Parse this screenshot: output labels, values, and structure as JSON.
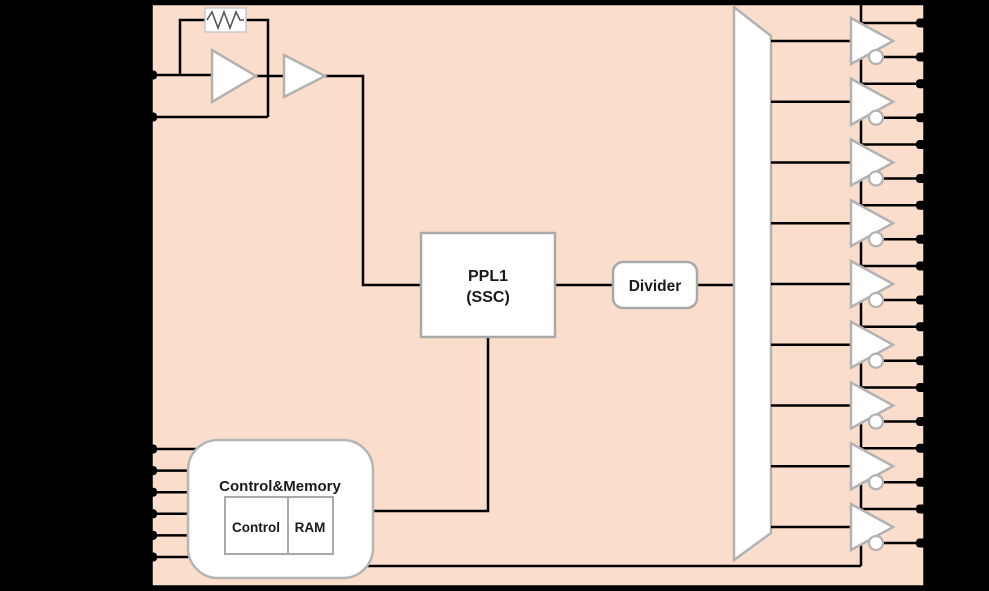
{
  "figure": {
    "type": "clock-generator-block-diagram",
    "background_color": "#000000",
    "chip_fill": "#fadecb",
    "block_fill": "#ffffff",
    "block_stroke": "#a9a9a9",
    "shape_stroke": "#b2b2b2",
    "wire_color": "#000000"
  },
  "blocks": {
    "pll": {
      "label_line1": "PPL1",
      "label_line2": "(SSC)"
    },
    "divider": {
      "label": "Divider"
    },
    "control_memory": {
      "title": "Control&Memory",
      "control_label": "Control",
      "ram_label": "RAM"
    }
  },
  "oscillator": {
    "amplifier_count": 2,
    "feedback_resistor": "resistor-icon",
    "crystal_pins": {
      "count": 2
    }
  },
  "clock_distribution": {
    "fanout_shape": "trapezoid",
    "output_buffers": {
      "count": 9,
      "inverting_bubble": true,
      "pins_per_buffer": 2
    }
  },
  "control_pins": {
    "count": 6
  }
}
